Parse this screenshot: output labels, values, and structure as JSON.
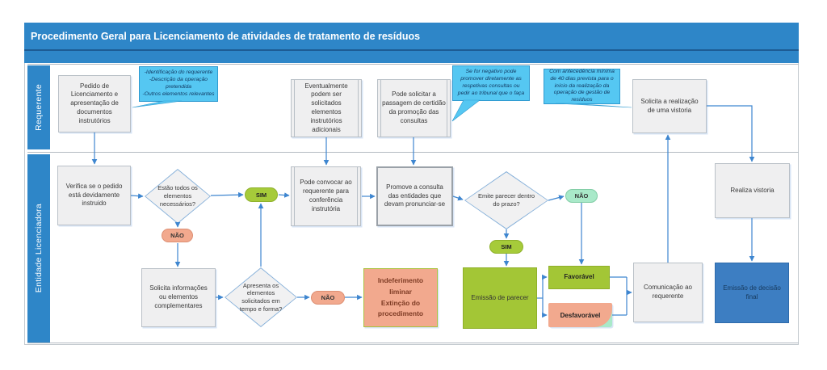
{
  "title": "Procedimento Geral para Licenciamento de atividades de tratamento de resíduos",
  "lanes": {
    "requerente": "Requerente",
    "entidade_licenciadora": "Entidade Licenciadora"
  },
  "requerente": {
    "pedido_licenciamento": "Pedido de Licenciamento e apresentação de documentos instrutórios",
    "elementos_adicionais": "Eventualmente podem ser solicitados elementos instrutórios adicionais",
    "certidao_consultas": "Pode solicitar a passagem de certidão da promoção das consultas",
    "solicita_vistoria": "Solicita a realização de uma vistoria",
    "callout_requisitos": "-Identificação do requerente\n-Descrição da operação pretendida\n-Outros elementos relevantes",
    "callout_negativo": "Se for negativo pode promover diretamente as respetivas consultas ou pedir ao tribunal que o faça",
    "callout_antecedencia": "Com antecedência mínima de 40 dias prevista para o início da realização da operação de gestão de resíduos"
  },
  "entidade": {
    "verifica_pedido": "Verifica se o pedido está devidamente instruido",
    "decisao_elementos": "Estão todos os elementos necessários?",
    "pode_convocar": "Pode convocar ao requerente para conferência instrutória",
    "promove_consulta": "Promove a consulta das entidades que devam pronunciar-se",
    "decisao_parecer": "Emite parecer dentro do prazo?",
    "realiza_vistoria": "Realiza vistoria",
    "solicita_informacoes": "Solicita informações ou elementos complementares",
    "decisao_apresenta": "Apresenta os elementos solicitados em tempo e forma?",
    "indeferimento": "Indeferimento liminar\nExtinção do procedimento",
    "emissao_parecer": "Emissão de parecer",
    "favoravel": "Favorável",
    "desfavoravel": "Desfavorável",
    "comunicacao": "Comunicação ao requerente",
    "decisao_final": "Emissão de decisão final"
  },
  "labels": {
    "sim": "SIM",
    "nao": "NÃO"
  },
  "colors": {
    "header_blue": "#2e86c8",
    "callout_blue": "#55c7f2",
    "green": "#a3c636",
    "salmon": "#f2a98e",
    "mint": "#a9e9c9",
    "final_blue": "#3d7ec2",
    "box_gray": "#efeff0",
    "connector_blue": "#3e86d0"
  }
}
